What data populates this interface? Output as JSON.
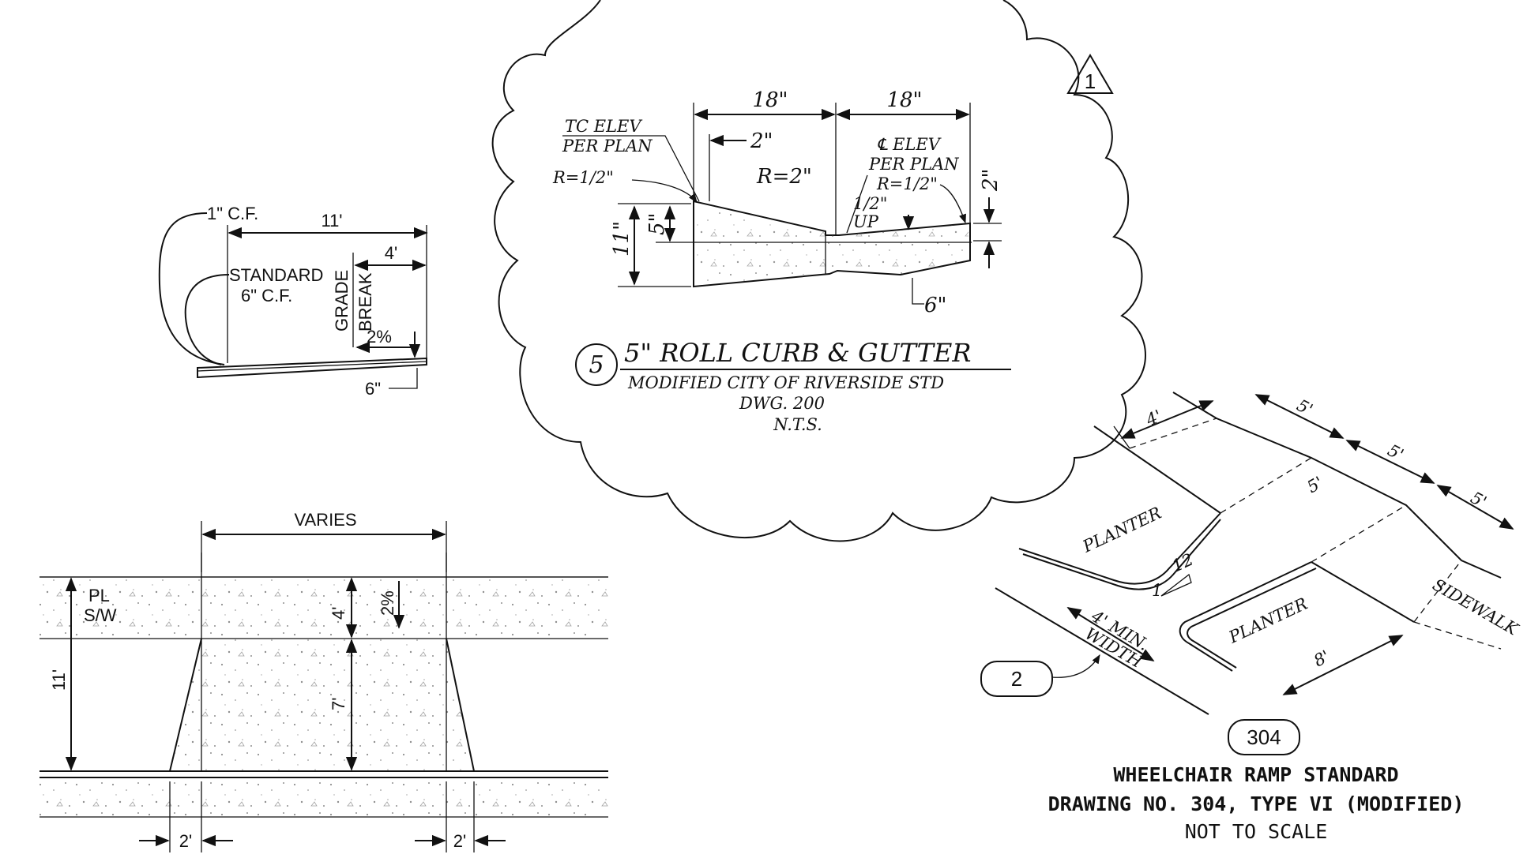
{
  "revision_marker": "1",
  "cross_section": {
    "cf1_label": "1\" C.F.",
    "width_11": "11'",
    "std_line1": "STANDARD",
    "std_line2": "6\" C.F.",
    "grade": "GRADE",
    "brk": "BREAK",
    "width_4": "4'",
    "slope": "2%",
    "depth": "6\""
  },
  "curb_detail": {
    "dim_18_left": "18\"",
    "dim_18_right": "18\"",
    "tc_elev": "TC ELEV",
    "per_plan_left": "PER PLAN",
    "dim_2": "2\"",
    "r_half_left": "R=1/2\"",
    "r_2": "R=2\"",
    "cl_elev": "℄ ELEV",
    "per_plan_right": "PER PLAN",
    "r_half_right": "R=1/2\"",
    "half_in": "1/2\"",
    "up": "UP",
    "dim_2_vert": "2\"",
    "dim_11": "11\"",
    "dim_5": "5\"",
    "dim_6": "6\"",
    "detail_number": "5",
    "title": "5\" ROLL CURB & GUTTER",
    "subtitle": "MODIFIED CITY OF RIVERSIDE STD",
    "dwg": "DWG. 200",
    "nts": "N.T.S."
  },
  "plan_view": {
    "varies": "VARIES",
    "pl": "PL",
    "sw": "S/W",
    "dim_4": "4'",
    "slope": "2%",
    "dim_11": "11'",
    "dim_7": "7'",
    "dim_2_left": "2'",
    "dim_2_right": "2'"
  },
  "iso_view": {
    "dim_4": "4'",
    "dim_5_a": "5'",
    "dim_5_b": "5'",
    "dim_5_c": "5'",
    "dim_5_d": "5'",
    "planter_left": "PLANTER",
    "planter_right": "PLANTER",
    "slope_rise": "1",
    "slope_run": "12",
    "min_line1": "4' MIN.",
    "min_line2": "WIDTH",
    "sidewalk": "SIDEWALK",
    "dim_8": "8'",
    "callout_2": "2",
    "callout_304": "304"
  },
  "title_block": {
    "line1": "WHEELCHAIR RAMP STANDARD",
    "line2": "DRAWING NO. 304, TYPE VI  (MODIFIED)",
    "line3": "NOT TO SCALE"
  }
}
